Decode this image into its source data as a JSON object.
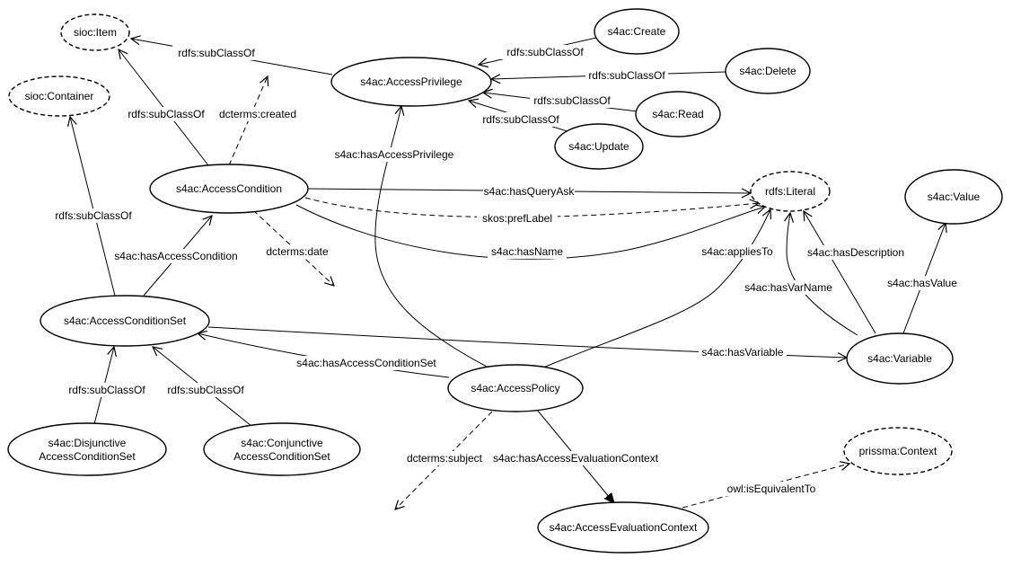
{
  "colors": {
    "stroke": "#000000",
    "background": "#ffffff"
  },
  "nodes": {
    "sioc_item": "sioc:Item",
    "sioc_container": "sioc:Container",
    "access_privilege": "s4ac:AccessPrivilege",
    "create": "s4ac:Create",
    "delete": "s4ac:Delete",
    "read": "s4ac:Read",
    "update": "s4ac:Update",
    "access_condition": "s4ac:AccessCondition",
    "rdfs_literal": "rdfs:Literal",
    "value": "s4ac:Value",
    "access_condition_set": "s4ac:AccessConditionSet",
    "variable": "s4ac:Variable",
    "access_policy": "s4ac:AccessPolicy",
    "disjunctive_line1": "s4ac:Disjunctive",
    "disjunctive_line2": "AccessConditionSet",
    "conjunctive_line1": "s4ac:Conjunctive",
    "conjunctive_line2": "AccessConditionSet",
    "prissma_context": "prissma:Context",
    "access_evaluation_context": "s4ac:AccessEvaluationContext"
  },
  "edges": {
    "privilege_subclass_item": "rdfs:subClassOf",
    "create_subclass": "rdfs:subClassOf",
    "delete_subclass": "rdfs:subClassOf",
    "read_subclass": "rdfs:subClassOf",
    "update_subclass": "rdfs:subClassOf",
    "condition_subclass_item": "rdfs:subClassOf",
    "condition_created": "dcterms:created",
    "policy_has_access_privilege": "s4ac:hasAccessPrivilege",
    "condition_has_query_ask": "s4ac:hasQueryAsk",
    "condition_pref_label": "skos:prefLabel",
    "condition_has_name": "s4ac:hasName",
    "condition_date": "dcterms:date",
    "set_subclass_container": "rdfs:subClassOf",
    "set_has_access_condition": "s4ac:hasAccessCondition",
    "policy_applies_to": "s4ac:appliesTo",
    "variable_has_description": "s4ac:hasDescription",
    "variable_has_var_name": "s4ac:hasVarName",
    "variable_has_value": "s4ac:hasValue",
    "set_has_variable": "s4ac:hasVariable",
    "policy_has_access_condition_set": "s4ac:hasAccessConditionSet",
    "disjunctive_subclass": "rdfs:subClassOf",
    "conjunctive_subclass": "rdfs:subClassOf",
    "policy_subject": "dcterms:subject",
    "policy_has_evaluation_context": "s4ac:hasAccessEvaluationContext",
    "context_equivalent": "owl:isEquivalentTo"
  }
}
